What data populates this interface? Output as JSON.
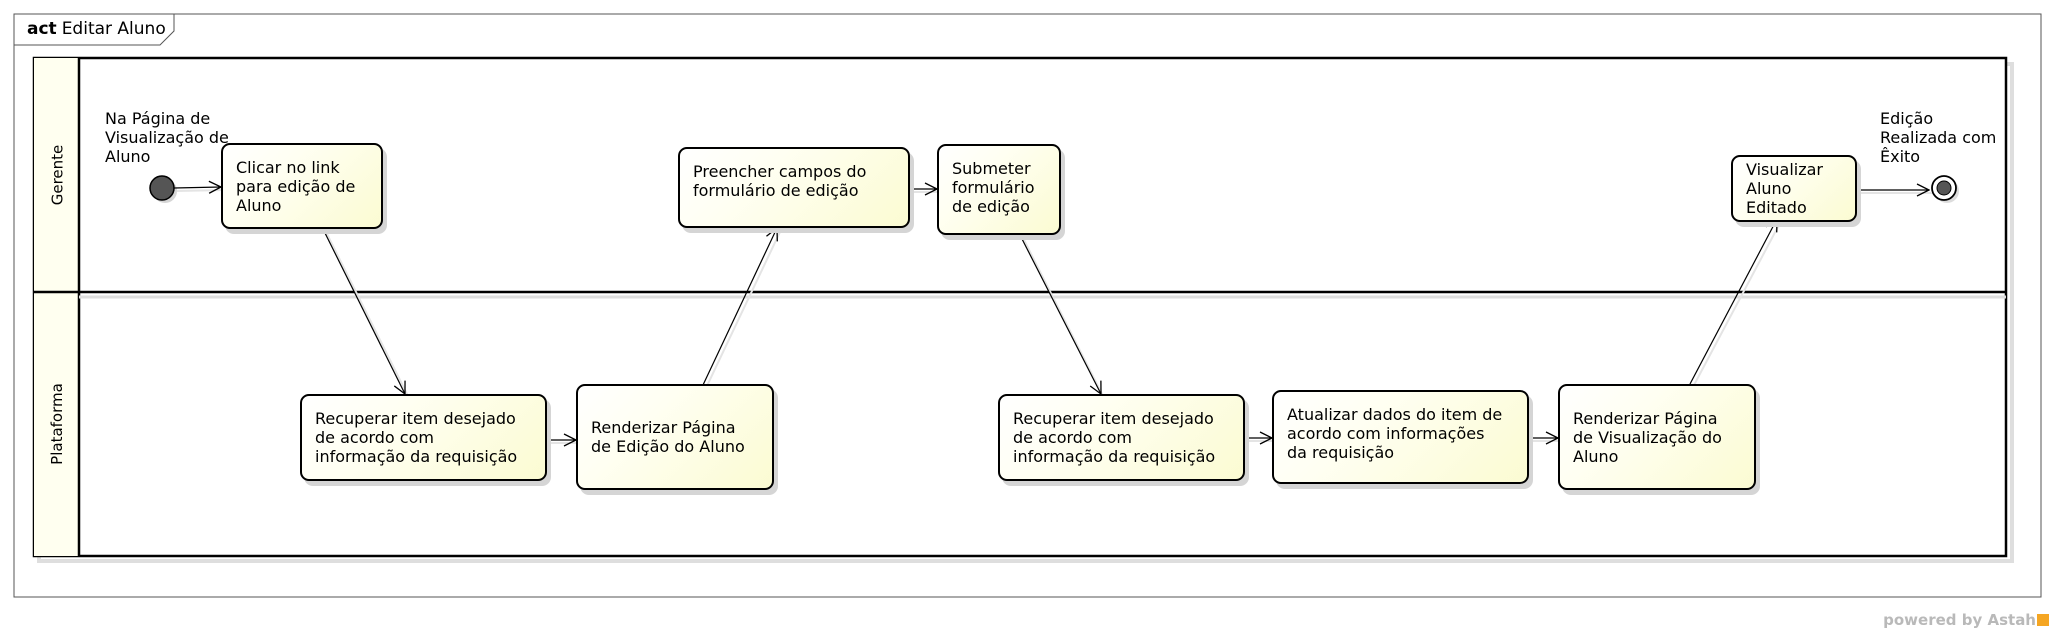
{
  "frame": {
    "keyword": "act",
    "name": "Editar Aluno"
  },
  "lanes": [
    {
      "label": "Gerente"
    },
    {
      "label": "Plataforma"
    }
  ],
  "start_note": "Na Página de\nVisualização de\nAluno",
  "end_note": "Edição\nRealizada com\nÊxito",
  "actions": {
    "a1": "Clicar no link\npara edição de\nAluno",
    "a2": "Recuperar item desejado\nde acordo com\ninformação da requisição",
    "a3": "Renderizar Página\nde Edição do Aluno",
    "a4": "Preencher campos do\nformulário de edição",
    "a5": "Submeter\nformulário\nde edição",
    "a6": "Recuperar item desejado\nde acordo com\ninformação da requisição",
    "a7": "Atualizar dados do item de\nacordo com informações\nda requisição",
    "a8": "Renderizar Página\nde Visualização do\nAluno",
    "a9": "Visualizar\nAluno\nEditado"
  },
  "footer": {
    "text": "powered by Astah",
    "logo_icon": "astah-logo-icon"
  }
}
